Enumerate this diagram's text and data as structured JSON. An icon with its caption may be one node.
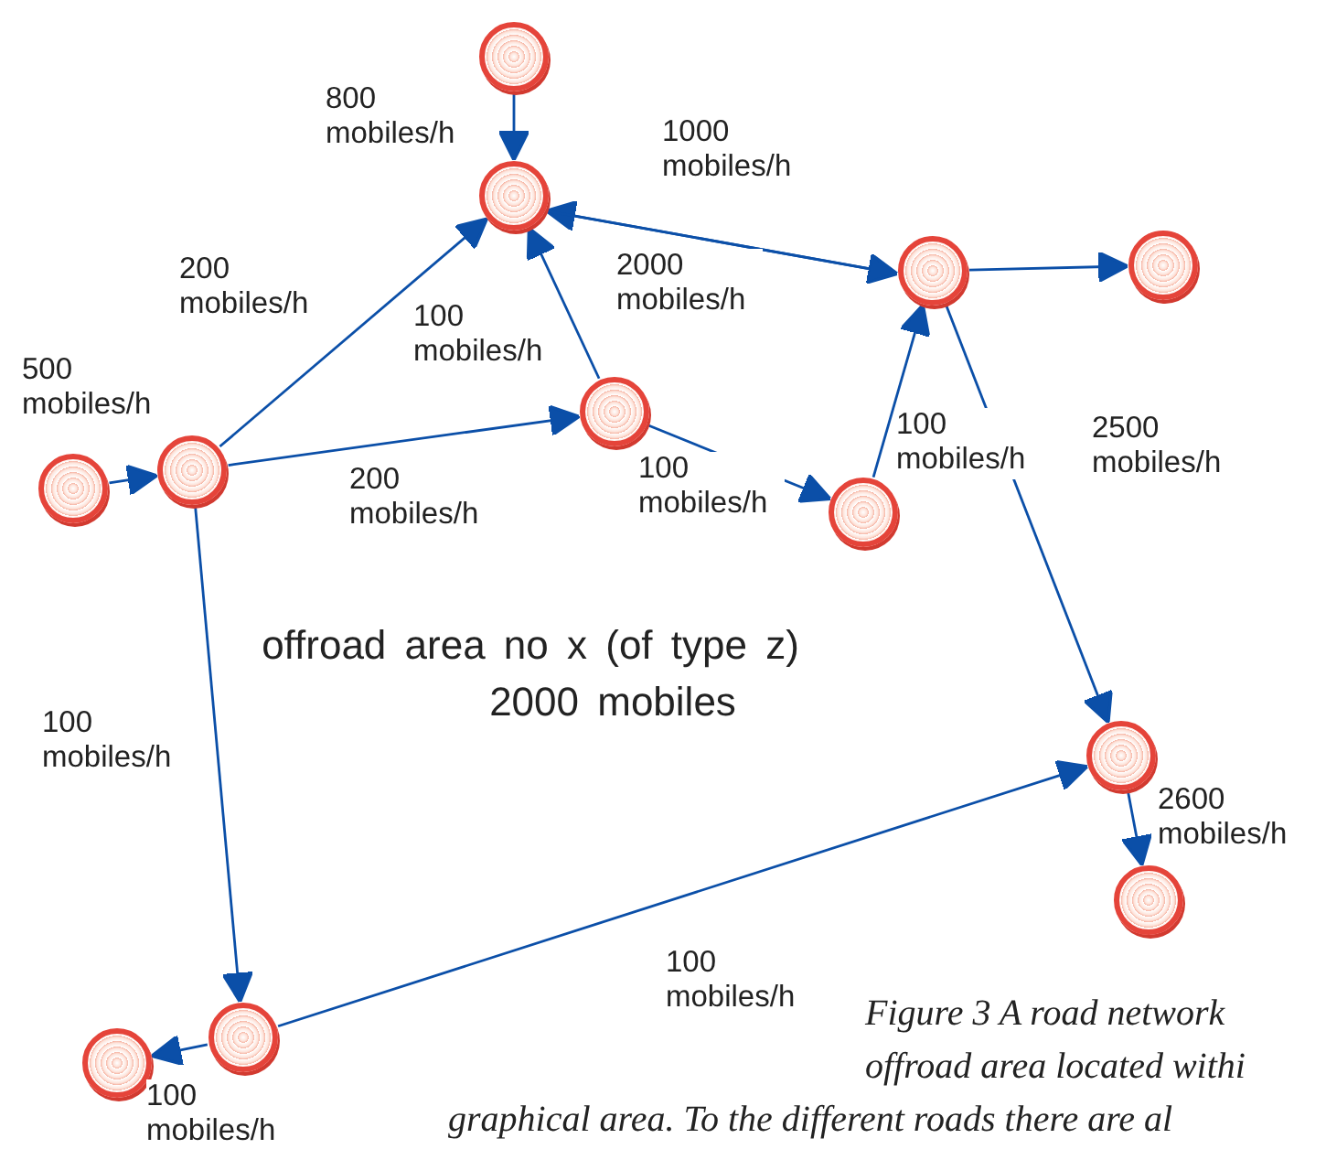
{
  "diagram": {
    "caption": "Figure 3 A road network offroad area located withi graphical area. To the different roads there are al",
    "nodes": [
      {
        "text": [],
        "shape": "circle"
      },
      {
        "text": [],
        "shape": "circle"
      },
      {
        "text": [],
        "shape": "circle"
      },
      {
        "text": [],
        "shape": "circle"
      },
      {
        "text": [],
        "shape": "circle"
      },
      {
        "text": [],
        "shape": "circle"
      },
      {
        "text": [],
        "shape": "circle"
      },
      {
        "text": [],
        "shape": "circle"
      },
      {
        "text": [],
        "shape": "circle"
      },
      {
        "text": [],
        "shape": "circle"
      },
      {
        "text": [],
        "shape": "circle"
      },
      {
        "text": [],
        "shape": "circle"
      }
    ],
    "edges": [
      {
        "from": 0,
        "to": 1,
        "arrow": "to",
        "label": "800 mobiles/h"
      },
      {
        "from": 2,
        "to": 1,
        "arrow": "to",
        "label": "1000 mobiles/h"
      },
      {
        "from": 1,
        "to": 2,
        "arrow": "to",
        "label": "2000 mobiles/h"
      },
      {
        "from": 2,
        "to": 3,
        "arrow": "to"
      },
      {
        "from": 5,
        "to": 1,
        "arrow": "to",
        "label": "200 mobiles/h"
      },
      {
        "from": 6,
        "to": 1,
        "arrow": "to",
        "label": "100 mobiles/h"
      },
      {
        "from": 4,
        "to": 5,
        "arrow": "to",
        "label": "500 mobiles/h"
      },
      {
        "from": 5,
        "to": 6,
        "arrow": "to",
        "label": "200 mobiles/h"
      },
      {
        "from": 6,
        "to": 7,
        "arrow": "to",
        "label": "100 mobiles/h"
      },
      {
        "from": 7,
        "to": 2,
        "arrow": "to",
        "label": "100 mobiles/h"
      },
      {
        "from": 2,
        "to": 8,
        "arrow": "to",
        "label": "2500 mobiles/h"
      },
      {
        "from": 8,
        "to": 9,
        "arrow": "to",
        "label": "2600 mobiles/h"
      },
      {
        "from": 5,
        "to": 10,
        "arrow": "to",
        "label": "100 mobiles/h"
      },
      {
        "from": 10,
        "to": 8,
        "arrow": "to",
        "label": "100 mobiles/h"
      },
      {
        "from": 10,
        "to": 11,
        "arrow": "to",
        "label": "100 mobiles/h"
      }
    ],
    "labels": [
      "offroad area no x (of type z)",
      "2000 mobiles"
    ]
  }
}
